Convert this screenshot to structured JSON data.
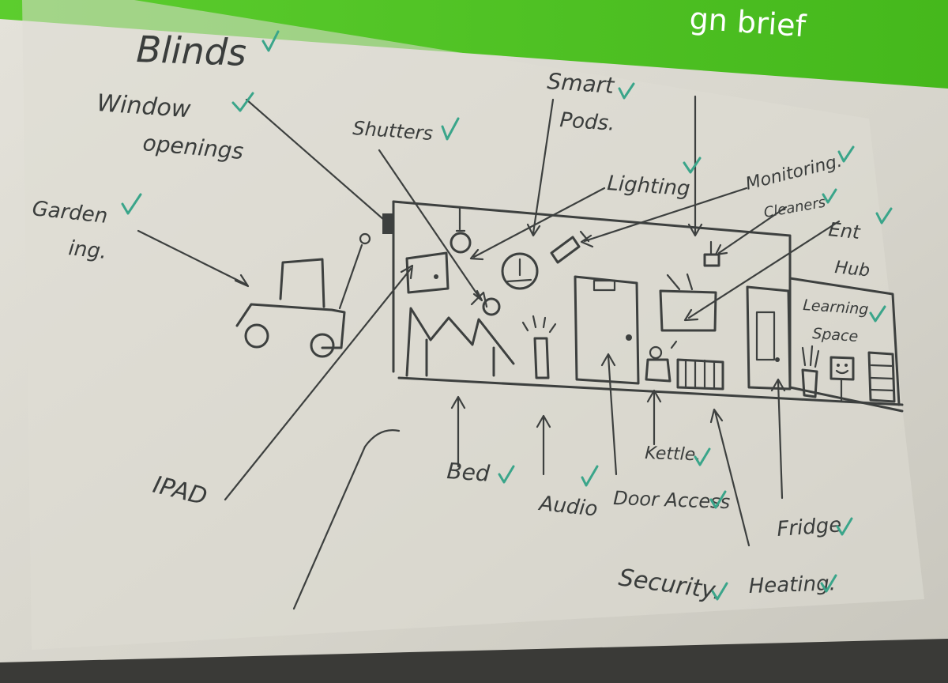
{
  "colors": {
    "banner_green": "#4cc31e",
    "slide_bg": "#d6d4cb",
    "ink": "#3d403f",
    "check_teal": "#3aa58a",
    "room_background": "#2b2b29"
  },
  "banner": {
    "title": "gn brief"
  },
  "labels": {
    "blinds": "Blinds",
    "window_line1": "Window",
    "window_line2": "openings",
    "shutters": "Shutters",
    "smart_line1": "Smart",
    "smart_line2": "Pods.",
    "lighting": "Lighting",
    "monitoring": "Monitoring.",
    "cleaners": "Cleaners",
    "ent_line1": "Ent",
    "ent_line2": "Hub",
    "garden_line1": "Garden",
    "garden_line2": "ing.",
    "learning_line1": "Learning",
    "learning_line2": "Space",
    "ipad": "IPAD",
    "bed": "Bed",
    "audio": "Audio",
    "door_access": "Door Access",
    "kettle": "Kettle.",
    "fridge": "Fridge",
    "security": "Security.",
    "heating": "Heating."
  },
  "icons": [
    "tractor-sketch-icon",
    "window-sketch-icon",
    "bed-sketch-icon",
    "bulb-sketch-icon",
    "clock-sketch-icon",
    "camera-sketch-icon",
    "door-sketch-icon",
    "tv-sketch-icon",
    "kettle-sketch-icon",
    "radiator-sketch-icon",
    "fridge-door-sketch-icon",
    "plant-sketch-icon",
    "smiley-screen-icon",
    "bookcase-sketch-icon",
    "checkmark-icon"
  ]
}
